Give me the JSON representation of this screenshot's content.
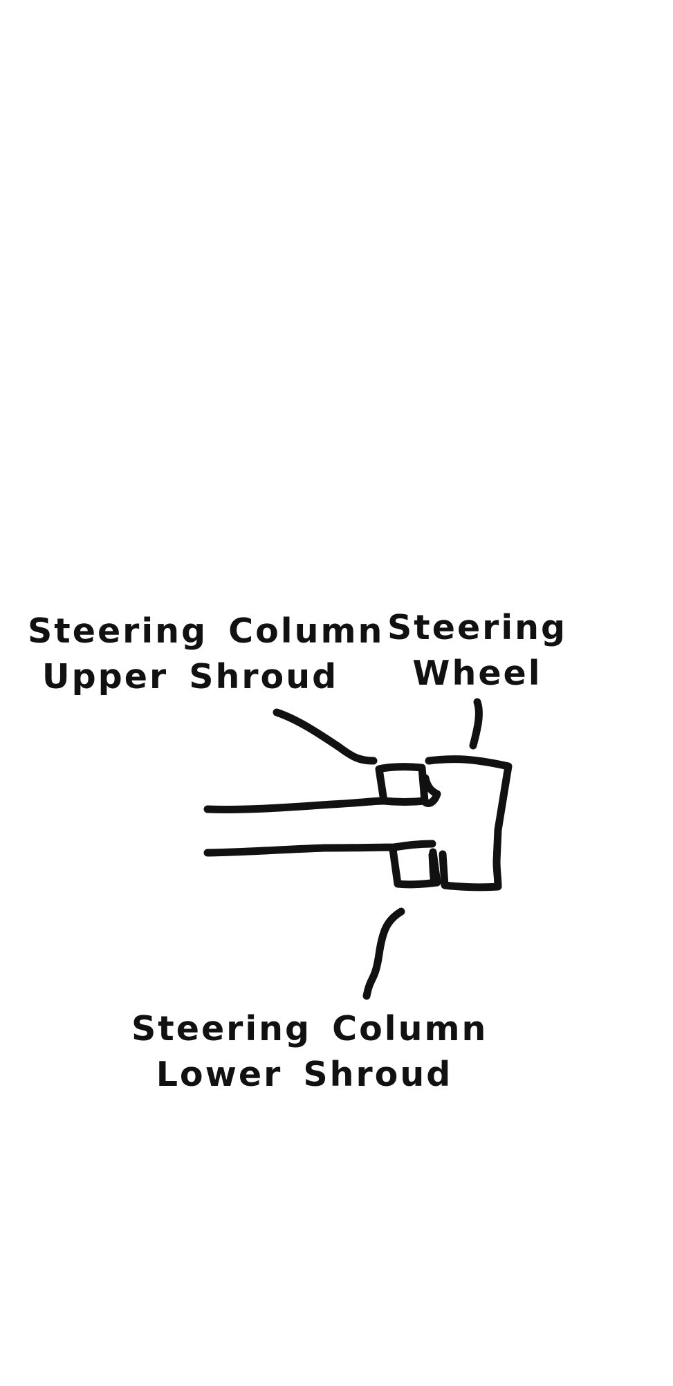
{
  "diagram": {
    "labels": {
      "upper_shroud": {
        "line1": "Steering Column",
        "line2": "Upper Shroud"
      },
      "steering_wheel": {
        "line1": "Steering",
        "line2": "Wheel"
      },
      "lower_shroud": {
        "line1": "Steering Column",
        "line2": "Lower Shroud"
      }
    },
    "colors": {
      "ink": "#111111",
      "background": "#ffffff"
    }
  }
}
